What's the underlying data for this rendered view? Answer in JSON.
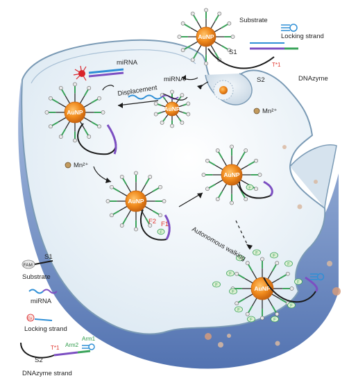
{
  "labels": {
    "substrate_top": "Substrate",
    "locking_top": "Locking strand",
    "t1_top": "T*1",
    "s1_top": "S1",
    "s2_top": "S2",
    "dnazyme_top": "DNAzyme",
    "mirna_left": "miRNA",
    "mirna_mid": "miRNA",
    "displacement": "Displacement",
    "mn_right": "Mn²⁺",
    "mn_left": "Mn²⁺",
    "f2": "F2",
    "f1": "F1",
    "autonomous_walking": "Autonomous walking",
    "auNP": "AuNP",
    "f_mark": "F",
    "cy_mark": "Cy"
  },
  "legend": {
    "fam": "FAM",
    "s1": "S1",
    "substrate": "Substrate",
    "mirna": "miRNA",
    "locking": "Locking strand",
    "t1": "T*1",
    "arm2": "Arm2",
    "arm1": "Arm1",
    "s2": "S2",
    "dnazyme_strand": "DNAzyme strand"
  },
  "colors": {
    "cell_fill": "#e8f1f8",
    "cell_stroke": "#7a9ab5",
    "cell_shadow": "#5f7fb8",
    "nanoparticle": "#f08a1c",
    "nanoparticle_edge": "#c4600e",
    "strand_green": "#3aa35a",
    "strand_purple": "#7c4fc2",
    "strand_blue": "#2f8fd6",
    "strand_black": "#1a1a1a",
    "label_red": "#e0332b",
    "label_green": "#2e9b4a",
    "mirna_red": "#d9232a"
  }
}
